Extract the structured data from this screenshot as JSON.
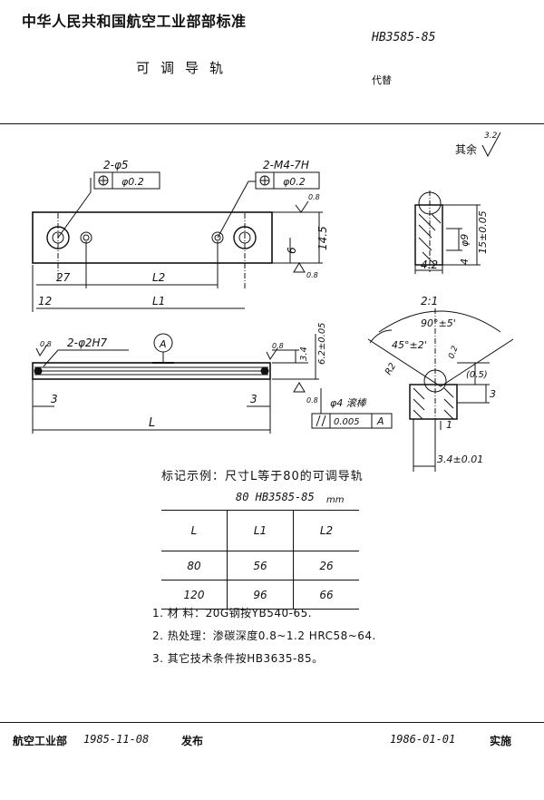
{
  "header": {
    "org_title": "中华人民共和国航空工业部部标准",
    "standard_no": "HB3585-85",
    "part_name": "可调导轨",
    "replaces_label": "代替"
  },
  "drawing": {
    "other_roughness": "其余",
    "other_roughness_value": "3.2",
    "hole_callout": "2-φ5",
    "hole_tol": "φ0.2",
    "thread_callout": "2-M4-7H",
    "thread_tol": "φ0.2",
    "rough_08": "0.8",
    "dim_27": "27",
    "dim_12": "12",
    "dim_L2": "L2",
    "dim_L1": "L1",
    "dim_6": "6",
    "dim_14_5": "14.5",
    "pin_callout": "2-φ2H7",
    "view_A": "A",
    "dim_3_4": "3.4",
    "dim_6_2": "6.2±0.05",
    "dim_3": "3",
    "dim_L": "L",
    "rod_label": "φ4 滚棒",
    "parallel_tol": "0.005",
    "datum_A": "A",
    "side_dim_15": "15±0.05",
    "side_dim_9": "φ9",
    "side_dim_4": "4",
    "side_dim_4_2": "4.2",
    "detail_scale": "2:1",
    "angle_90": "90°±5'",
    "angle_45": "45°±2'",
    "detail_r": "R2",
    "detail_02": "0.2",
    "detail_05": "(0.5)",
    "detail_1": "1",
    "detail_3": "3",
    "detail_34": "3.4±0.01"
  },
  "example": {
    "title": "标记示例：尺寸L等于80的可调导轨",
    "code": "80  HB3585-85",
    "unit": "mm"
  },
  "table": {
    "headers": [
      "L",
      "L1",
      "L2"
    ],
    "rows": [
      [
        "80",
        "56",
        "26"
      ],
      [
        "120",
        "96",
        "66"
      ]
    ]
  },
  "notes": [
    "1. 材  料：20G钢按YB540-65.",
    "2. 热处理：渗碳深度0.8~1.2  HRC58~64.",
    "3. 其它技术条件按HB3635-85。"
  ],
  "footer": {
    "issuer": "航空工业部",
    "issue_date": "1985-11-08",
    "issue_label": "发布",
    "effective_date": "1986-01-01",
    "effective_label": "实施"
  }
}
